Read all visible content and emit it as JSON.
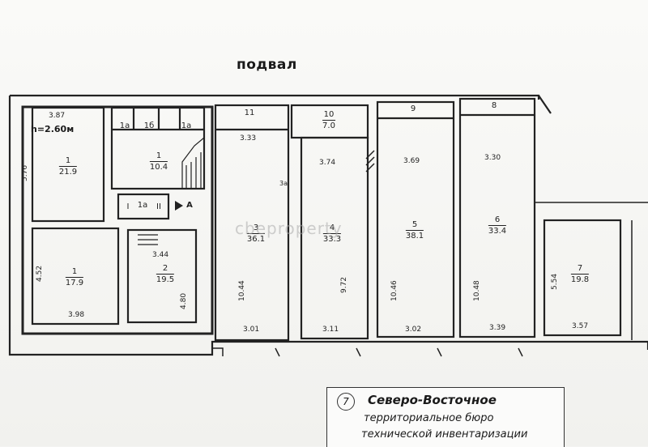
{
  "title": "подвал",
  "height_label": "h=2.60м",
  "watermark": "cbeproperty",
  "rooms": [
    {
      "id": "r1-top",
      "num": "1",
      "area": "21.9"
    },
    {
      "id": "r1a-a",
      "num": "1а"
    },
    {
      "id": "r1b",
      "num": "1б"
    },
    {
      "id": "r1a-b",
      "num": "1а"
    },
    {
      "id": "r1-stair",
      "num": "1",
      "area": "10.4"
    },
    {
      "id": "r1a-corr",
      "num": "1а"
    },
    {
      "id": "r1-bottom",
      "num": "1",
      "area": "17.9"
    },
    {
      "id": "r2",
      "num": "2",
      "area": "19.5"
    },
    {
      "id": "r3",
      "num": "3",
      "area": "36.1"
    },
    {
      "id": "r3a",
      "num": "3а"
    },
    {
      "id": "r4",
      "num": "4",
      "area": "33.3"
    },
    {
      "id": "r5",
      "num": "5",
      "area": "38.1"
    },
    {
      "id": "r6",
      "num": "6",
      "area": "33.4"
    },
    {
      "id": "r7",
      "num": "7",
      "area": "19.8"
    },
    {
      "id": "r8",
      "num": "8"
    },
    {
      "id": "r9",
      "num": "9"
    },
    {
      "id": "r10",
      "num": "10",
      "area": "7.0"
    },
    {
      "id": "r11",
      "num": "11"
    }
  ],
  "markers": {
    "roman1": "I",
    "roman2": "II",
    "section_a": "A"
  },
  "dimensions": {
    "d387": "3.87",
    "d576": "5.76",
    "d452": "4.52",
    "d398": "3.98",
    "d344": "3.44",
    "d480": "4.80",
    "d333": "3.33",
    "d1044": "10.44",
    "d301": "3.01",
    "d374": "3.74",
    "d972": "9.72",
    "d311": "3.11",
    "d369": "3.69",
    "d1046": "10.46",
    "d302": "3.02",
    "d330": "3.30",
    "d1048": "10.48",
    "d339": "3.39",
    "d554": "5.54",
    "d357": "3.57"
  },
  "stamp": {
    "number": "7",
    "line1": "Северо-Восточное",
    "line2": "территориальное бюро",
    "line3": "технической инвентаризации"
  }
}
